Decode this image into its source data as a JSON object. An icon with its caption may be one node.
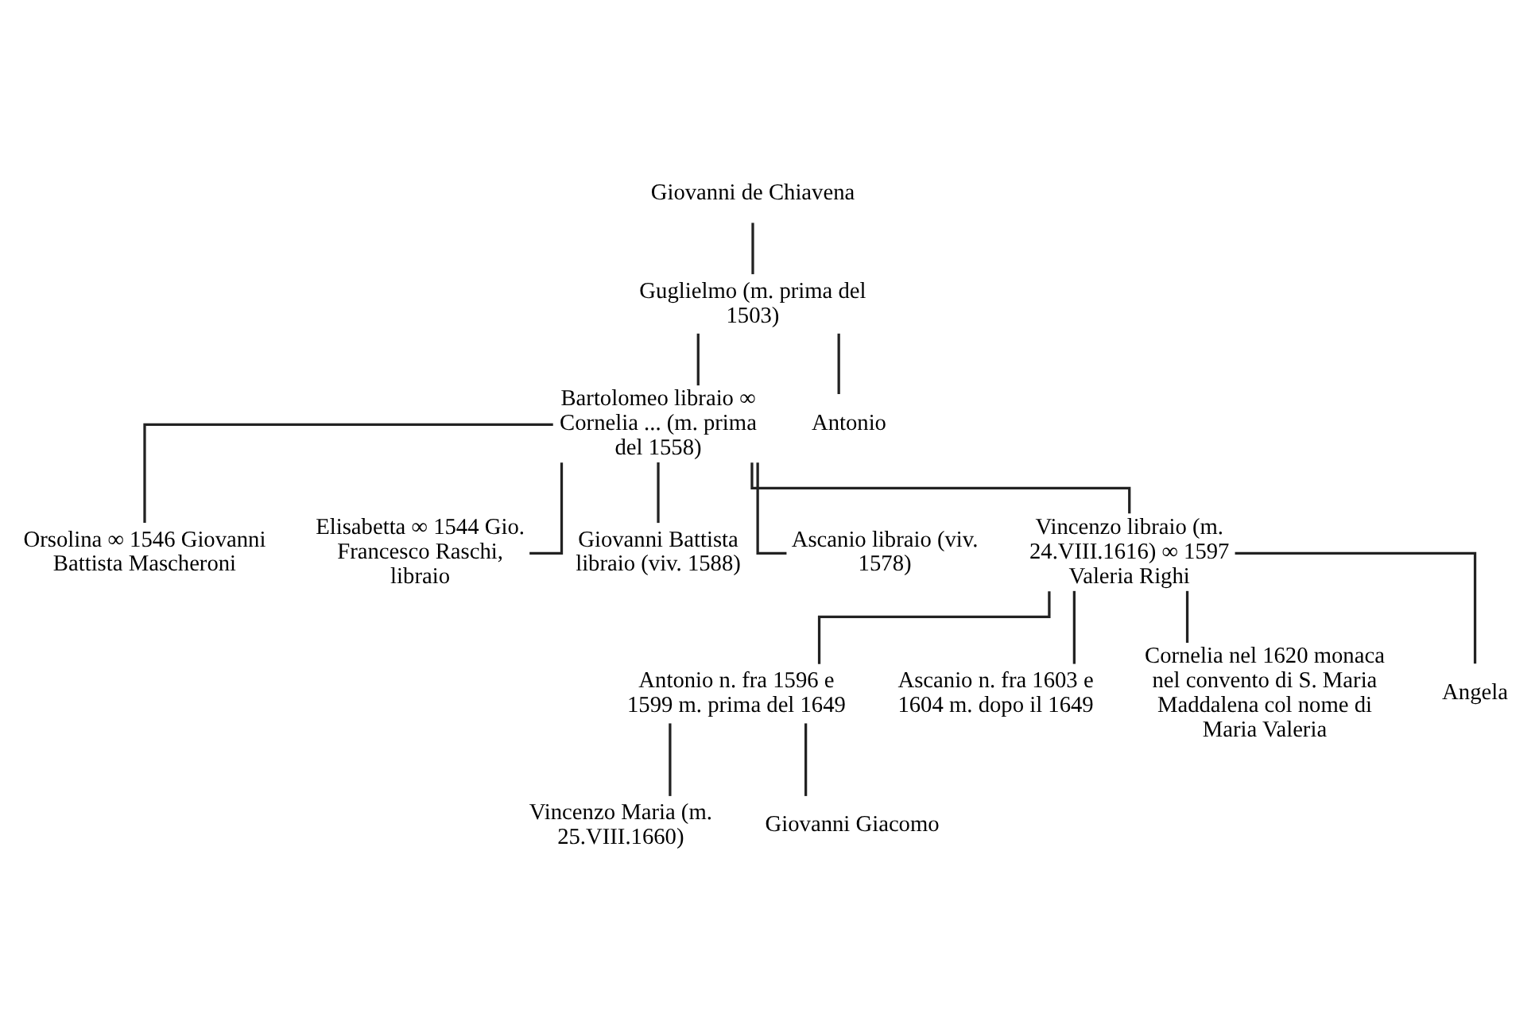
{
  "diagram": {
    "nodes": [
      {
        "text": [
          "Giovanni de Chiavena"
        ]
      },
      {
        "text": [
          "Guglielmo (m. prima del 1503)"
        ]
      },
      {
        "text": [
          "Bartolomeo libraio ∞ Cornelia ... (m. prima del 1558)"
        ]
      },
      {
        "text": [
          "Antonio"
        ]
      },
      {
        "text": [
          "Orsolina ∞ 1546 Giovanni Battista Mascheroni"
        ]
      },
      {
        "text": [
          "Elisabetta ∞ 1544 Gio. Francesco Raschi, libraio"
        ]
      },
      {
        "text": [
          "Giovanni Battista libraio (viv. 1588)"
        ]
      },
      {
        "text": [
          "Ascanio libraio (viv. 1578)"
        ]
      },
      {
        "text": [
          "Vincenzo libraio (m. 24.VIII.1616) ∞ 1597 Valeria Righi"
        ]
      },
      {
        "text": [
          "Antonio n. fra 1596 e 1599 m. prima del 1649"
        ]
      },
      {
        "text": [
          "Ascanio n. fra 1603 e 1604 m. dopo il 1649"
        ]
      },
      {
        "text": [
          "Cornelia nel 1620 monaca nel convento di S. Maria Maddalena col nome di Maria Valeria"
        ]
      },
      {
        "text": [
          "Angela"
        ]
      },
      {
        "text": [
          "Vincenzo Maria (m. 25.VIII.1660)"
        ]
      },
      {
        "text": [
          "Giovanni Giacomo"
        ]
      }
    ],
    "edges": [
      {
        "from": 0,
        "to": 1,
        "arrow": "none"
      },
      {
        "from": 1,
        "to": 2,
        "arrow": "none"
      },
      {
        "from": 1,
        "to": 3,
        "arrow": "none"
      },
      {
        "from": 2,
        "to": 4,
        "arrow": "none"
      },
      {
        "from": 2,
        "to": 5,
        "arrow": "none"
      },
      {
        "from": 2,
        "to": 6,
        "arrow": "none"
      },
      {
        "from": 2,
        "to": 7,
        "arrow": "none"
      },
      {
        "from": 2,
        "to": 8,
        "arrow": "none"
      },
      {
        "from": 8,
        "to": 9,
        "arrow": "none"
      },
      {
        "from": 8,
        "to": 10,
        "arrow": "none"
      },
      {
        "from": 8,
        "to": 11,
        "arrow": "none"
      },
      {
        "from": 8,
        "to": 12,
        "arrow": "none"
      },
      {
        "from": 9,
        "to": 13,
        "arrow": "none"
      },
      {
        "from": 9,
        "to": 14,
        "arrow": "none"
      }
    ]
  }
}
